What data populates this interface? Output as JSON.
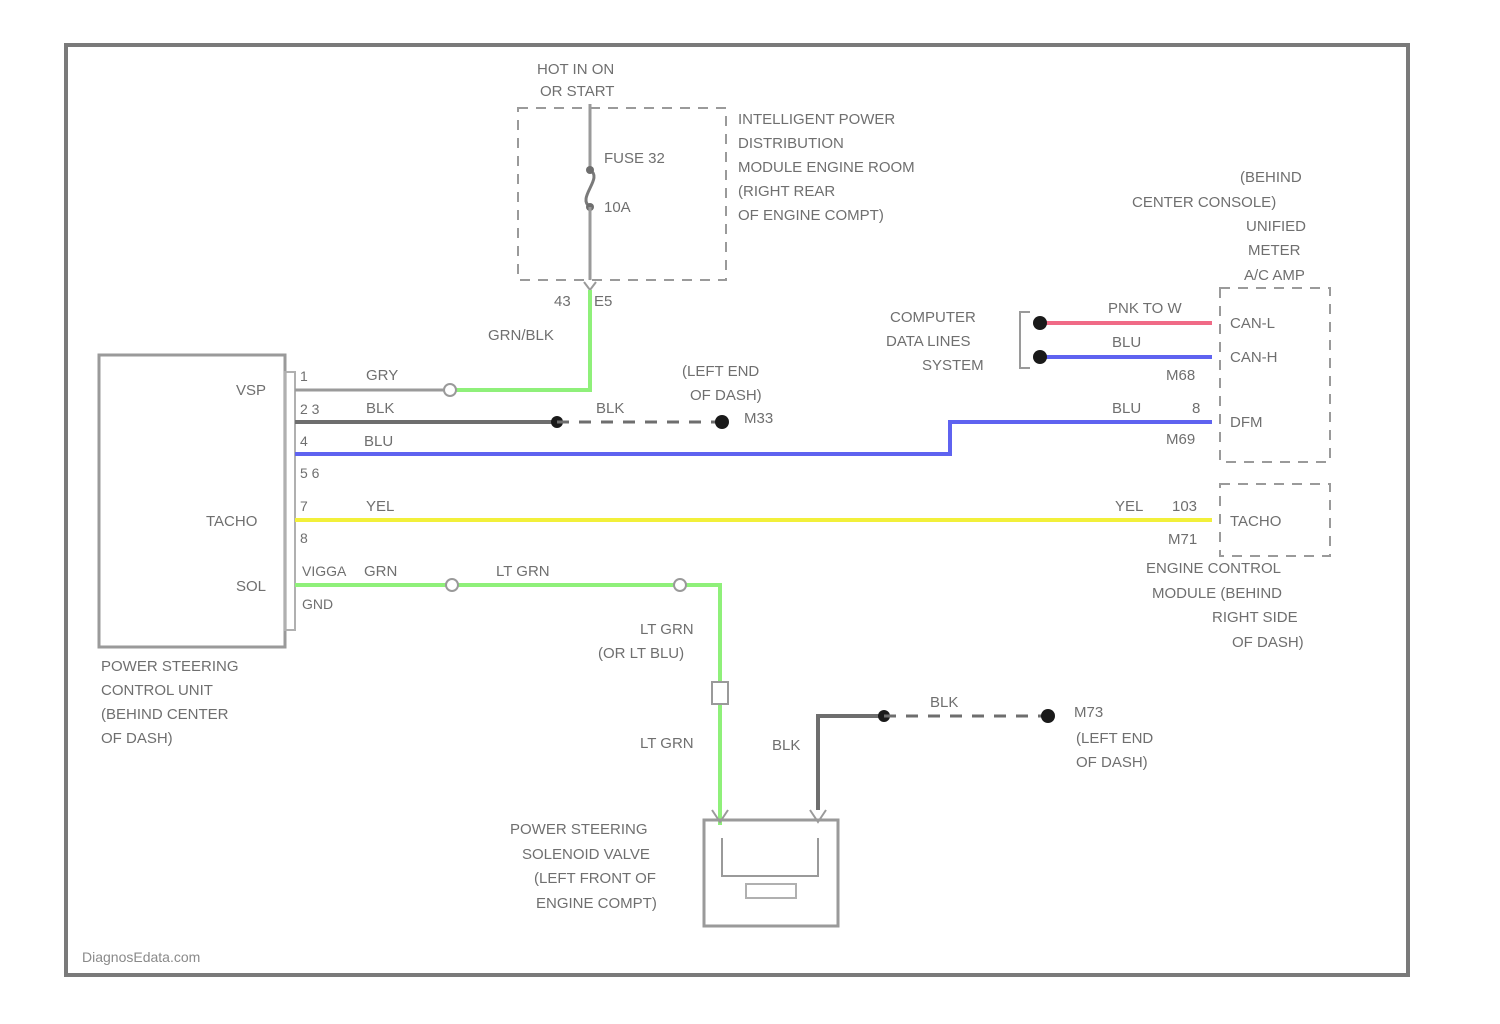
{
  "colors": {
    "frame": "#7a7a7a",
    "plain_wire": "#9a9a9a",
    "blk": "#6e6e6e",
    "blu": "#5f63f0",
    "yel": "#f2f03a",
    "grn": "#8ff07a",
    "pnk": "#f06a86",
    "text": "#6f6f6f",
    "dash": "#9a9a9a"
  },
  "fuse_block": {
    "supply": [
      "HOT IN ON",
      "OR START"
    ],
    "fuse": "FUSE 32",
    "rating": "10A",
    "name": [
      "INTELLIGENT POWER",
      "DISTRIBUTION",
      "MODULE ENGINE ROOM",
      "(RIGHT REAR",
      "OF ENGINE COMPT)"
    ],
    "pin": "43",
    "connector": "E5",
    "wire": "GRN/BLK"
  },
  "psu": {
    "name": [
      "POWER STEERING",
      "CONTROL UNIT",
      "(BEHIND CENTER",
      "OF DASH)"
    ],
    "pins": {
      "vsp_label": "VSP",
      "tacho_label": "TACHO",
      "sol_label": "SOL",
      "p1": "1",
      "p23": "2 3",
      "p4": "4",
      "p56": "5 6",
      "p7": "7",
      "p8": "8",
      "vigga": "VIGGA",
      "gnd": "GND"
    },
    "wires": {
      "w1": "GRY",
      "w23": "BLK",
      "w4": "BLU",
      "w7": "YEL",
      "wsol": "GRN"
    }
  },
  "ground_1": {
    "wire": "BLK",
    "location": [
      "(LEFT END",
      "OF DASH)"
    ],
    "id": "M33"
  },
  "data_lines": {
    "system": [
      "COMPUTER",
      "DATA LINES",
      "SYSTEM"
    ],
    "pnk_wire": "PNK TO W",
    "blu_wire": "BLU",
    "connector": "M68"
  },
  "meter": {
    "name": [
      "(BEHIND",
      "CENTER CONSOLE)",
      "UNIFIED",
      "METER",
      "A/C AMP"
    ],
    "pins": {
      "canl": "CAN-L",
      "canh": "CAN-H",
      "dfm": "DFM"
    },
    "wire_blu": "BLU",
    "pin_blu": "8",
    "connector": "M69"
  },
  "ecm": {
    "tacho": "TACHO",
    "wire": "YEL",
    "pin": "103",
    "connector": "M71",
    "name": [
      "ENGINE CONTROL",
      "MODULE (BEHIND",
      "RIGHT SIDE",
      "OF DASH)"
    ]
  },
  "sol_circuit": {
    "wire_h": "LT GRN",
    "wire_v1": [
      "LT GRN",
      "(OR LT BLU)"
    ],
    "wire_v2": "LT GRN"
  },
  "valve": {
    "name": [
      "POWER STEERING",
      "SOLENOID VALVE",
      "(LEFT FRONT OF",
      "ENGINE COMPT)"
    ],
    "ground_wire": "BLK",
    "ground_wire2": "BLK",
    "ground_id": "M73",
    "ground_location": [
      "(LEFT END",
      "OF DASH)"
    ]
  },
  "watermark": "DiagnosEdata.com"
}
